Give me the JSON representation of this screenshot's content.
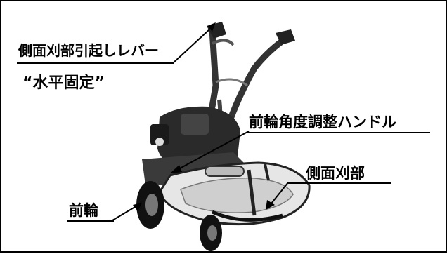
{
  "labels": {
    "side_mower_lift_lever": "側面刈部引起しレバー",
    "horizontal_fixed": "“水平固定”",
    "front_wheel_angle_handle": "前輪角度調整ハンドル",
    "side_mower": "側面刈部",
    "front_wheel": "前輪"
  }
}
